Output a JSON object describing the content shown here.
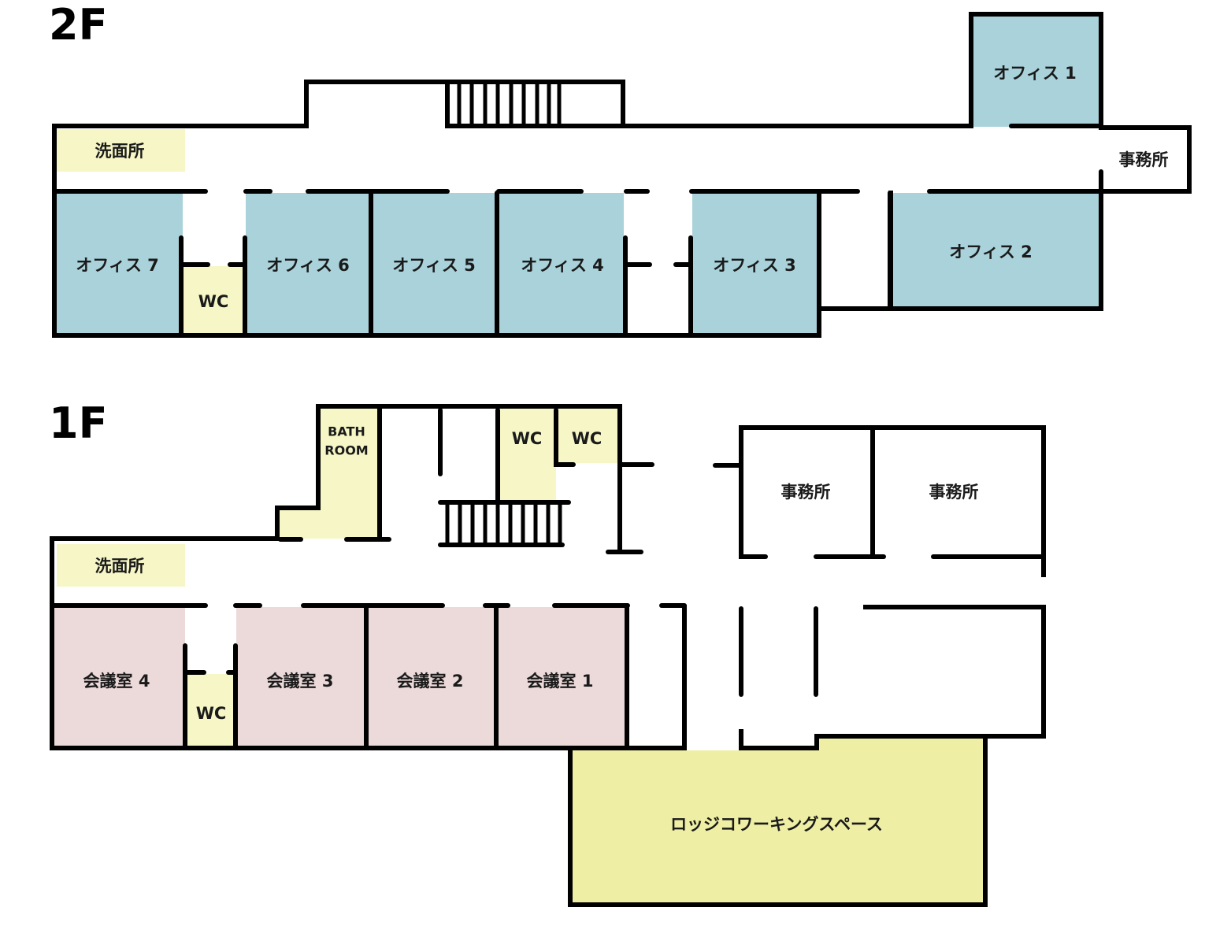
{
  "colors": {
    "office": "#a9d2da",
    "meeting": "#ecd9da",
    "utility": "#f6f6c6",
    "coworking": "#eeeea4",
    "wall": "#000000"
  },
  "floor2": {
    "title": "2F",
    "rooms": {
      "washroom": "洗面所",
      "office7": "オフィス 7",
      "wc": "WC",
      "office6": "オフィス 6",
      "office5": "オフィス 5",
      "office4": "オフィス 4",
      "office3": "オフィス 3",
      "office2": "オフィス 2",
      "office1": "オフィス 1",
      "jimusho": "事務所"
    }
  },
  "floor1": {
    "title": "1F",
    "rooms": {
      "washroom": "洗面所",
      "bath_line1": "BATH",
      "bath_line2": "ROOM",
      "wc_a": "WC",
      "wc_b": "WC",
      "wc_c": "WC",
      "meeting4": "会議室 4",
      "meeting3": "会議室 3",
      "meeting2": "会議室 2",
      "meeting1": "会議室 1",
      "jimusho_a": "事務所",
      "jimusho_b": "事務所",
      "coworking": "ロッジコワーキングスペース"
    }
  }
}
